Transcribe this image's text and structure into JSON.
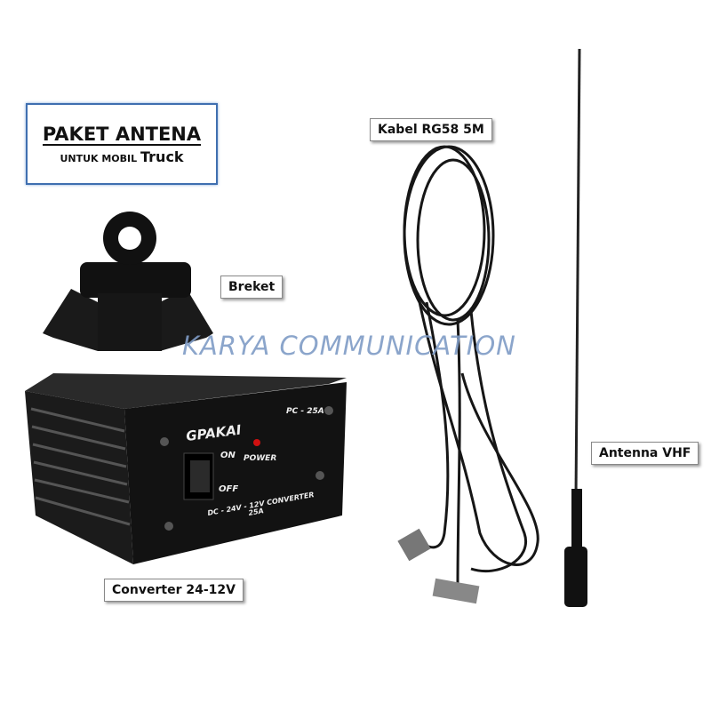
{
  "title_box": {
    "main": "PAKET ANTENA",
    "sub": "UNTUK MOBIL",
    "sub_emphasis": "Truck"
  },
  "labels": {
    "bracket": "Breket",
    "cable": "Kabel RG58 5M",
    "antenna": "Antenna VHF",
    "converter": "Converter 24-12V"
  },
  "watermark": "KARYA COMMUNICATION",
  "converter_device": {
    "brand": "GPAKAI",
    "model": "PC - 25A",
    "switch_on": "ON",
    "switch_off": "OFF",
    "power": "POWER",
    "description": "DC - 24V - 12V CONVERTER",
    "rating": "25A"
  },
  "colors": {
    "title_border": "#3f6fb0",
    "watermark": "#7f9cc6",
    "power_led": "#d01010"
  }
}
